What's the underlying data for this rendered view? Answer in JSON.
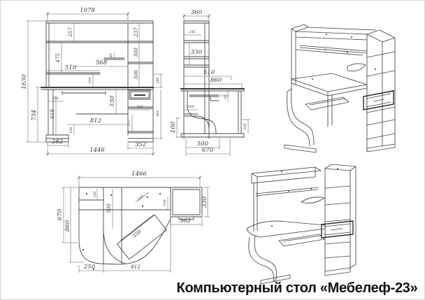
{
  "caption": "Компьютерный стол «Мебелеф-23»",
  "colors": {
    "line": "#474747",
    "dim_text": "#3a3a3a",
    "caption_text": "#101010",
    "background": "#ffffff"
  },
  "front_view": {
    "width_top": "1078",
    "height_total": "1630",
    "height_desk": "734",
    "shelf_drop": "257",
    "shelf_gap": "475",
    "shelf_510": "510",
    "shelf_568": "568",
    "bracket_40": "40",
    "support_upper_100": "100",
    "cell_237": "237",
    "cell_300a": "300",
    "cell_300b": "300",
    "niche_180": "180",
    "under_330": "330",
    "offset_250": "250",
    "kneehole_618": "618",
    "kneehole_812": "812",
    "support_lower_100": "100",
    "drawer_320": "320",
    "pedestal_461": "461",
    "cell_217": "217",
    "foot_282": "282",
    "width_desk": "1446",
    "pedestal_352": "352"
  },
  "side_view": {
    "depth_360": "360",
    "shelf_245": "245",
    "gap_330": "330",
    "shelf_510": "510",
    "desktop_860": "860",
    "tray_95": "95",
    "shelf_200": "200",
    "plinth_100": "100",
    "base_500": "500",
    "depth_670": "670",
    "rear_200": "200"
  },
  "top_view": {
    "width_1466": "1466",
    "depth_670": "670",
    "depth_860": "860",
    "shelf_160": "160",
    "section_500": "500",
    "tray_240": "240",
    "tray_100": "100",
    "tray_550": "550",
    "pedestal_330": "330",
    "pedestal_362": "362",
    "corner_250": "250",
    "kneehole_812": "812"
  }
}
